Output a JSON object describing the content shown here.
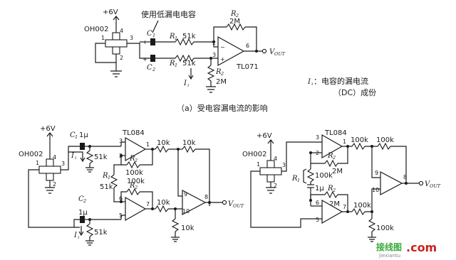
{
  "top": {
    "supply": "+6V",
    "note_caps": "使用低漏电电容",
    "sensor": "OH002",
    "pin1": "1",
    "pin2": "2",
    "pin3": "3",
    "pin4": "4",
    "c1": "C",
    "c1_sub": "1",
    "c2": "C",
    "c2_sub": "2",
    "r1_upper": "R",
    "r1_upper_sub": "1",
    "r1_upper_val": "51k",
    "r1_lower": "R",
    "r1_lower_sub": "1",
    "r1_lower_val": "51k",
    "r2_feedback": "R",
    "r2_feedback_sub": "2",
    "r2_feedback_val": "2M",
    "r2_ground": "R",
    "r2_ground_sub": "2",
    "r2_ground_val": "2M",
    "plus": "+",
    "minus": "−",
    "amp_pin_in_neg": "2",
    "amp_pin_in_pos": "3",
    "amp_pin_out": "6",
    "amp_name": "TL071",
    "vout": "V",
    "vout_sub": "OUT",
    "il": "I",
    "il_sub": "ι",
    "caption": "（a）受电容漏电流的影响",
    "legend_symbol": "I",
    "legend_symbol_sub": "ι",
    "legend_line1": "：电容的漏电流",
    "legend_line2": "（DC）成份"
  },
  "left": {
    "supply": "+6V",
    "sensor": "OH002",
    "pin1": "1",
    "pin2": "2",
    "pin3": "3",
    "pin4": "4",
    "c1": "C",
    "c1_sub": "1",
    "c1_val": "1μ",
    "c2": "C",
    "c2_sub": "2",
    "c2_val": "1μ",
    "il1": "I",
    "il1_sub": "ι",
    "il2": "I",
    "il2_sub": "ι",
    "r_bias1": "51k",
    "r_bias2": "51k",
    "amp_name": "TL084",
    "r1_label": "R",
    "r1_sub": "1",
    "r1_val": "51k",
    "r2a_label": "R",
    "r2a_sub": "2",
    "r2a_val": "100k",
    "r2b_label": "R",
    "r2b_sub": "2",
    "r2b_val": "100k",
    "r_out1a": "10k",
    "r_out1b": "10k",
    "r_out2": "10k",
    "r_gnd": "10k",
    "pins_a": [
      "3",
      "2",
      "1"
    ],
    "pins_b": [
      "6",
      "5",
      "7"
    ],
    "pins_c": [
      "9",
      "10",
      "8"
    ],
    "vout": "V",
    "vout_sub": "OUT"
  },
  "right": {
    "supply": "+6V",
    "sensor": "OH002",
    "pin1": "1",
    "pin2": "2",
    "pin3": "3",
    "pin4": "4",
    "amp_name": "TL084",
    "r1_label": "R",
    "r1_sub": "1",
    "r_mid1": "100k",
    "cap_val": "1μ",
    "r2a_label": "R",
    "r2a_sub": "2",
    "r2a_val": "2M",
    "r2b_label": "R",
    "r2b_sub": "2",
    "r2b_val": "2M",
    "r_out1a": "100k",
    "r_out1b": "100k",
    "r_out2": "100k",
    "r_gnd": "100k",
    "pins_a": [
      "3",
      "2",
      "1"
    ],
    "pins_b": [
      "6",
      "5",
      "7"
    ],
    "pins_c": [
      "9",
      "10",
      "8"
    ],
    "vout": "V",
    "vout_sub": "OUT"
  },
  "watermark": {
    "text1": "接线图",
    "text2": ".com",
    "text3": "jiexiantu"
  }
}
